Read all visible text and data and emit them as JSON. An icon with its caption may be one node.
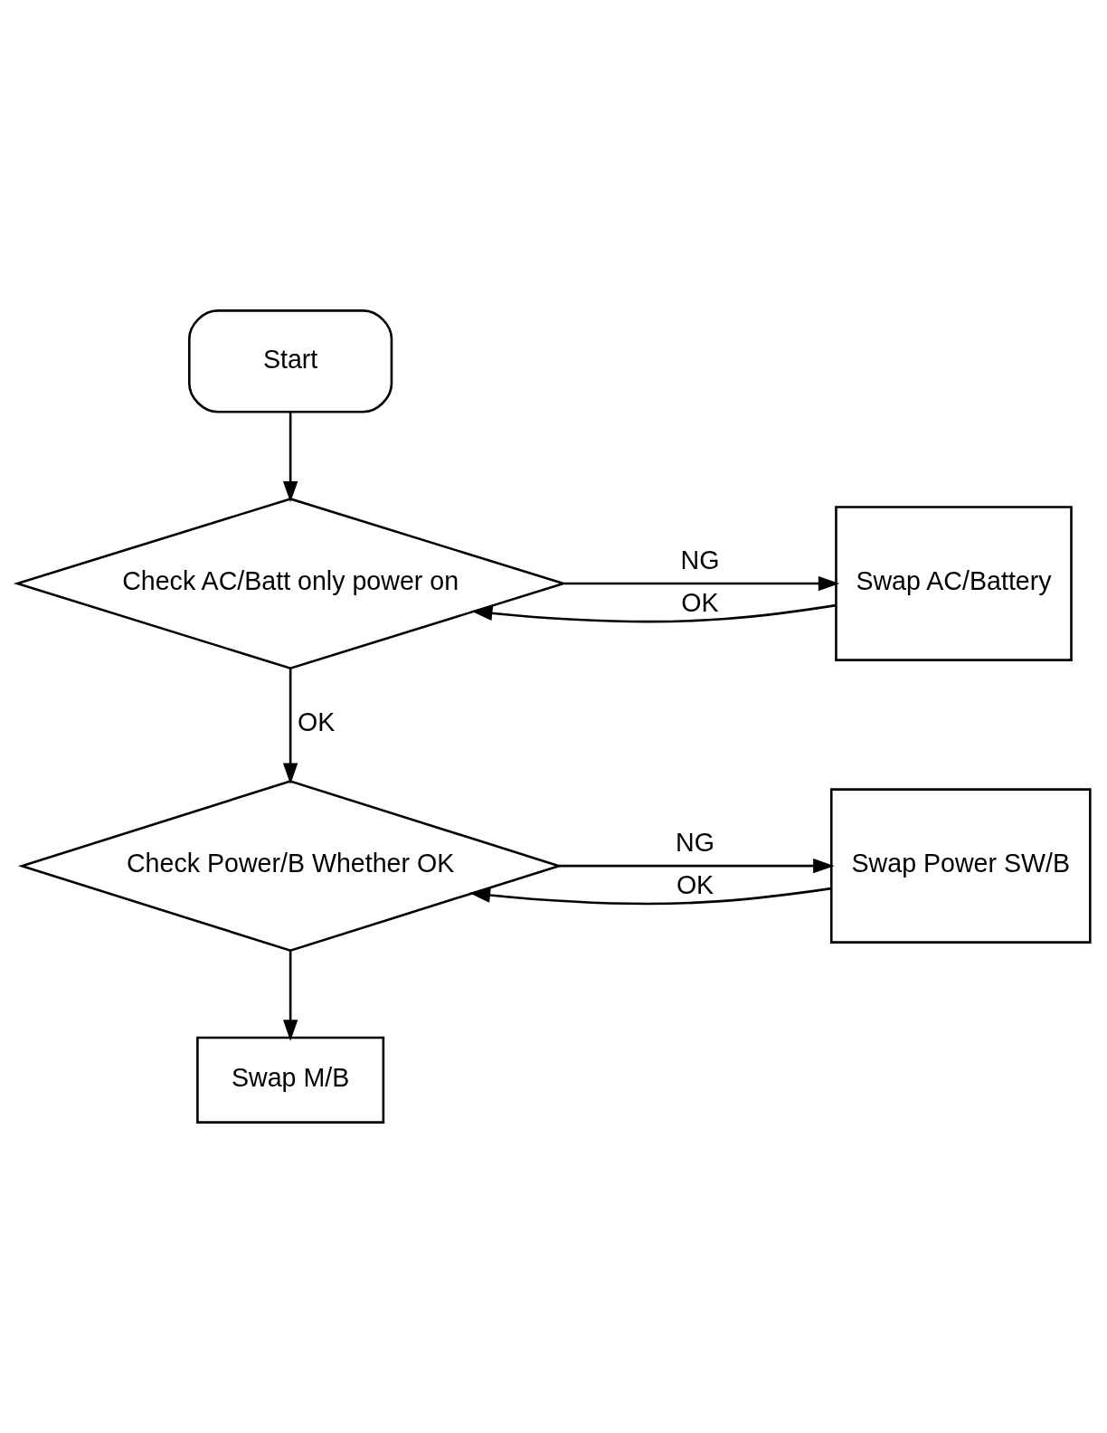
{
  "diagram": {
    "nodes": [
      {
        "text": [
          "Start"
        ]
      },
      {
        "text": [
          "Check AC/Batt only power on"
        ]
      },
      {
        "text": [
          "Swap AC/Battery"
        ]
      },
      {
        "text": [
          "Check Power/B Whether OK"
        ]
      },
      {
        "text": [
          "Swap Power SW/B"
        ]
      },
      {
        "text": [
          "Swap M/B"
        ]
      }
    ],
    "edges": [
      {
        "from": 0,
        "to": 1,
        "arrow": "to"
      },
      {
        "from": 1,
        "to": 2,
        "arrow": "to",
        "label": "NG"
      },
      {
        "from": 2,
        "to": 1,
        "arrow": "to",
        "label": "OK"
      },
      {
        "from": 1,
        "to": 3,
        "arrow": "to",
        "label": "OK"
      },
      {
        "from": 3,
        "to": 4,
        "arrow": "to",
        "label": "NG"
      },
      {
        "from": 4,
        "to": 3,
        "arrow": "to",
        "label": "OK"
      },
      {
        "from": 3,
        "to": 5,
        "arrow": "to"
      }
    ]
  }
}
